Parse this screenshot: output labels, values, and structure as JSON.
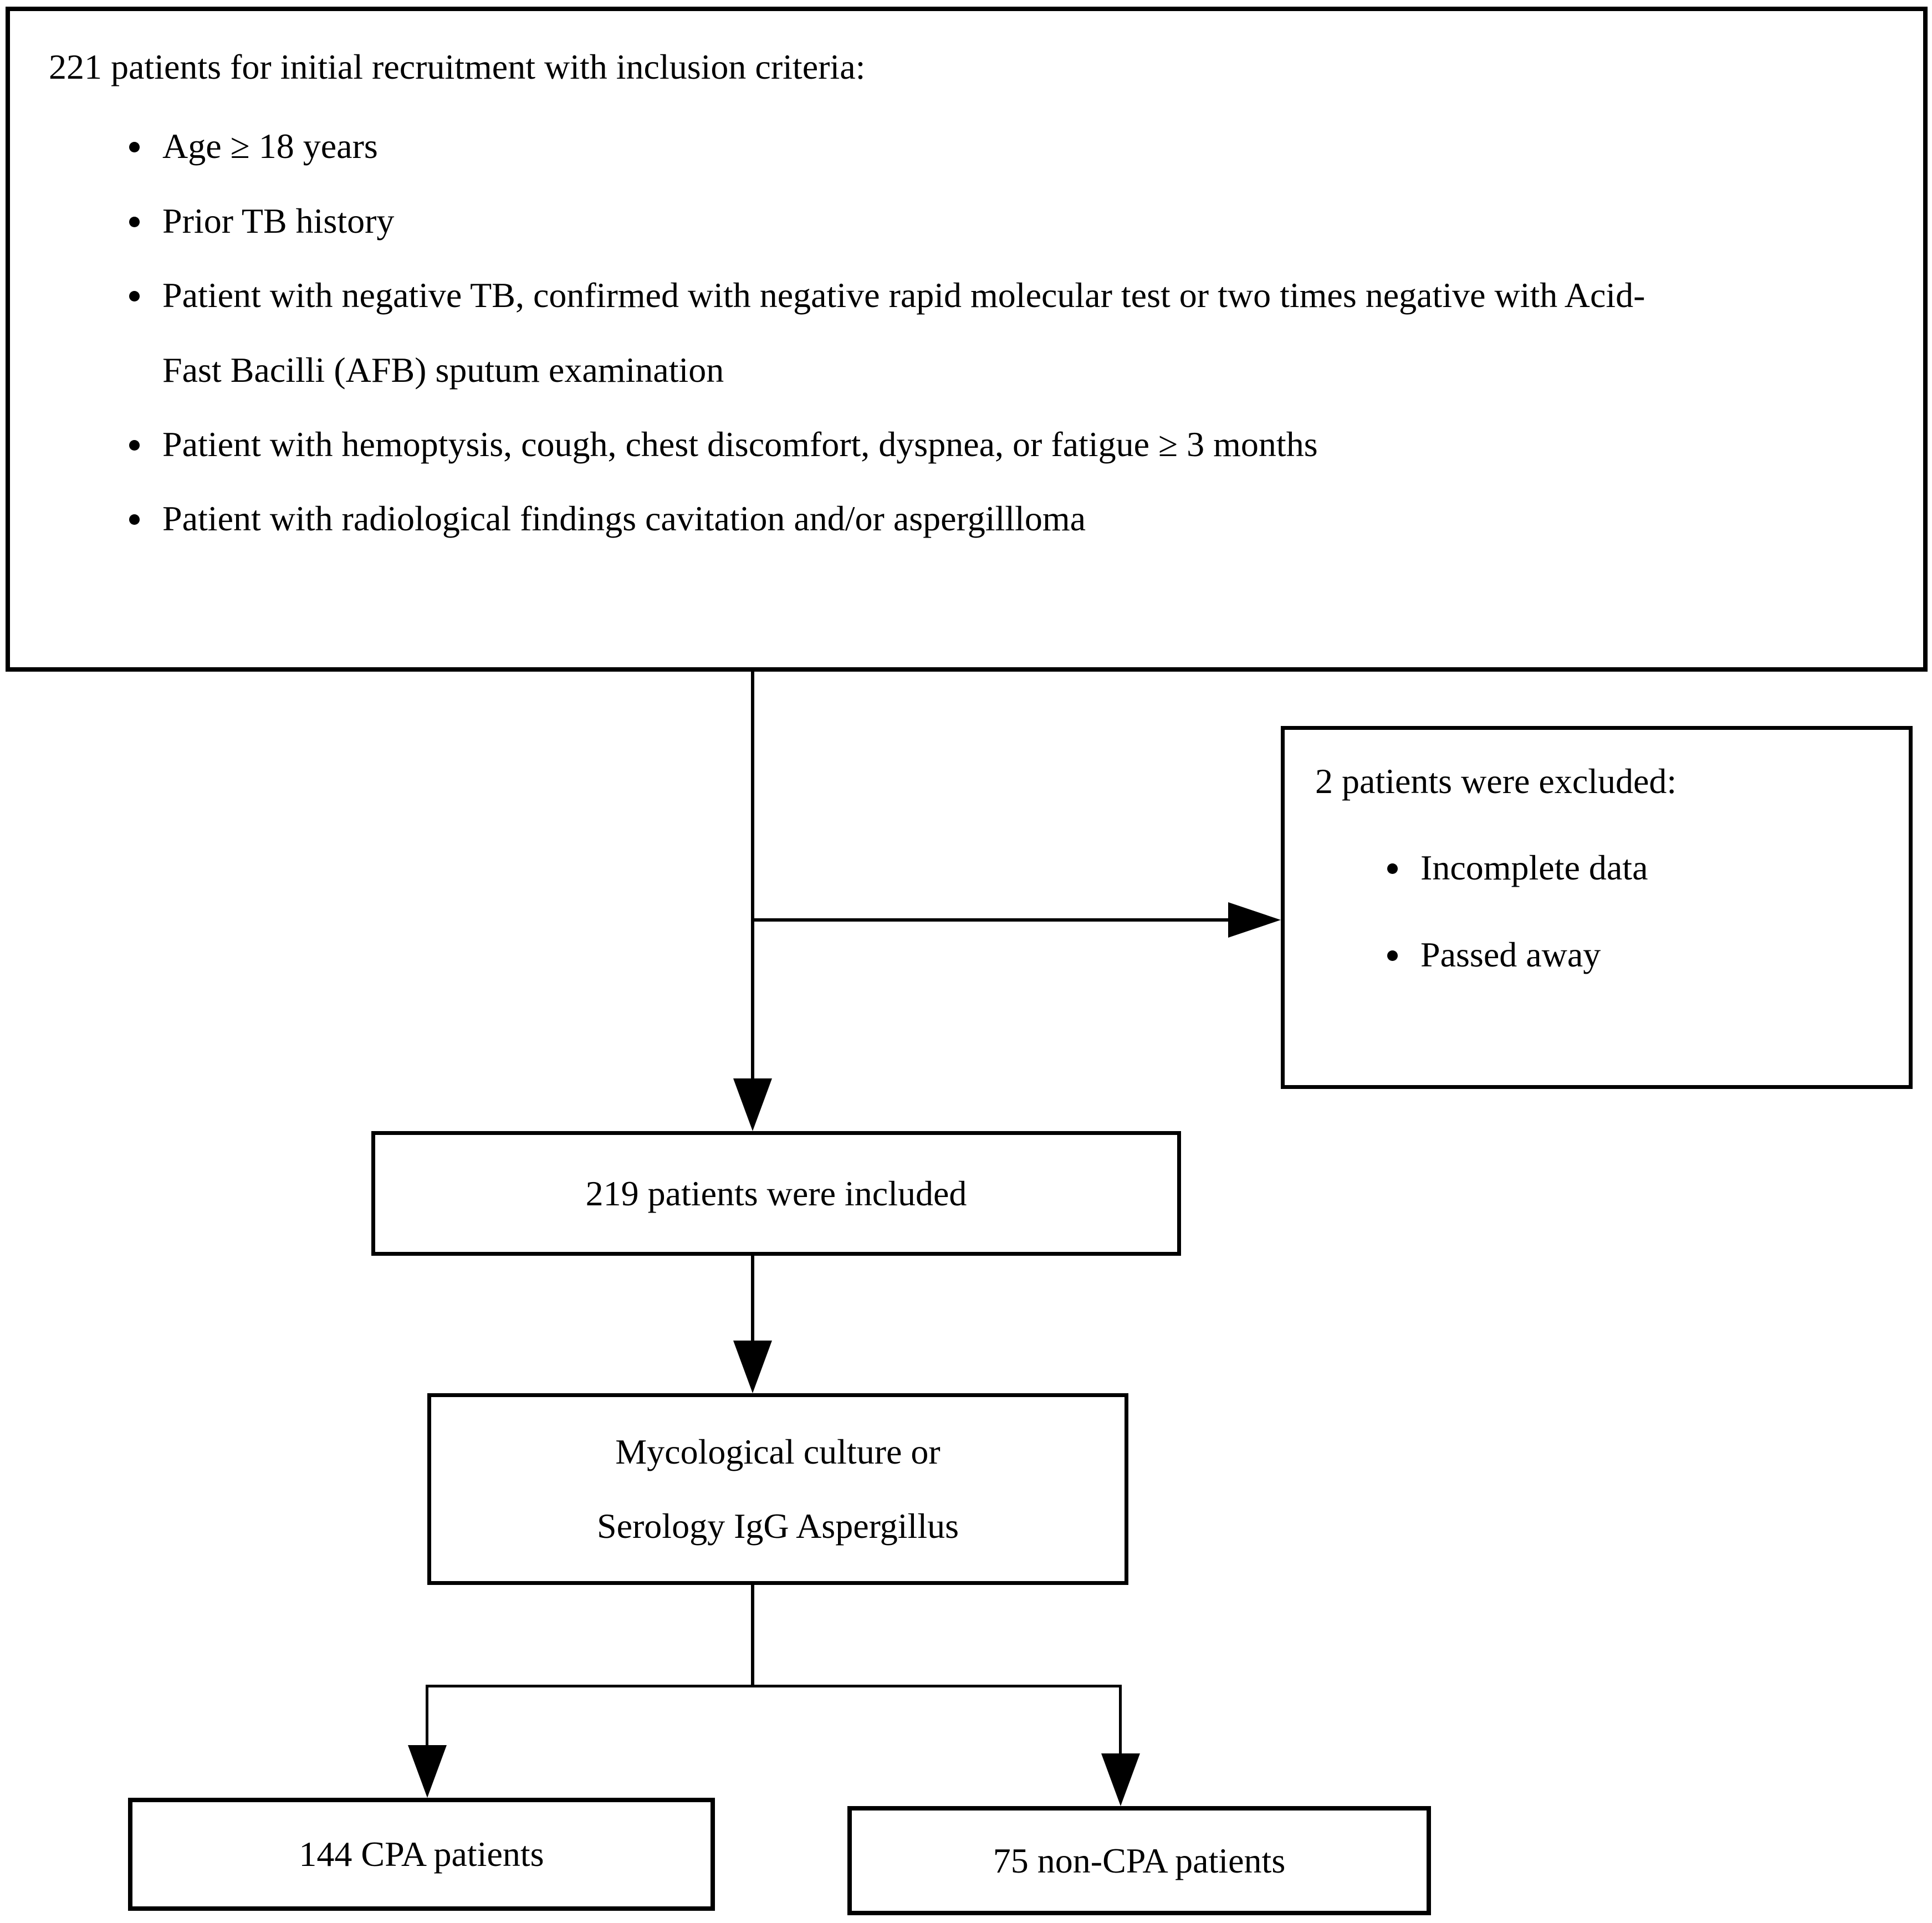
{
  "flowchart": {
    "inclusion_box": {
      "heading": "221 patients for initial recruitment with inclusion criteria:",
      "bullets": [
        "Age ≥ 18 years",
        "Prior TB history",
        "Patient with negative TB, confirmed with negative rapid molecular test or two times negative with Acid-Fast Bacilli (AFB) sputum examination",
        "Patient with hemoptysis, cough, chest discomfort, dyspnea, or fatigue ≥ 3 months",
        "Patient with radiological findings cavitation and/or aspergillloma"
      ]
    },
    "excluded_box": {
      "heading": "2 patients were excluded:",
      "bullets": [
        "Incomplete data",
        "Passed away"
      ]
    },
    "included_box": {
      "label": "219 patients were included"
    },
    "test_box": {
      "line1": "Mycological culture or",
      "line2": "Serology IgG Aspergillus"
    },
    "cpa_box": {
      "label": "144 CPA patients"
    },
    "non_cpa_box": {
      "label": "75 non-CPA patients"
    },
    "colors": {
      "ink": "#000000",
      "background": "#ffffff"
    }
  }
}
